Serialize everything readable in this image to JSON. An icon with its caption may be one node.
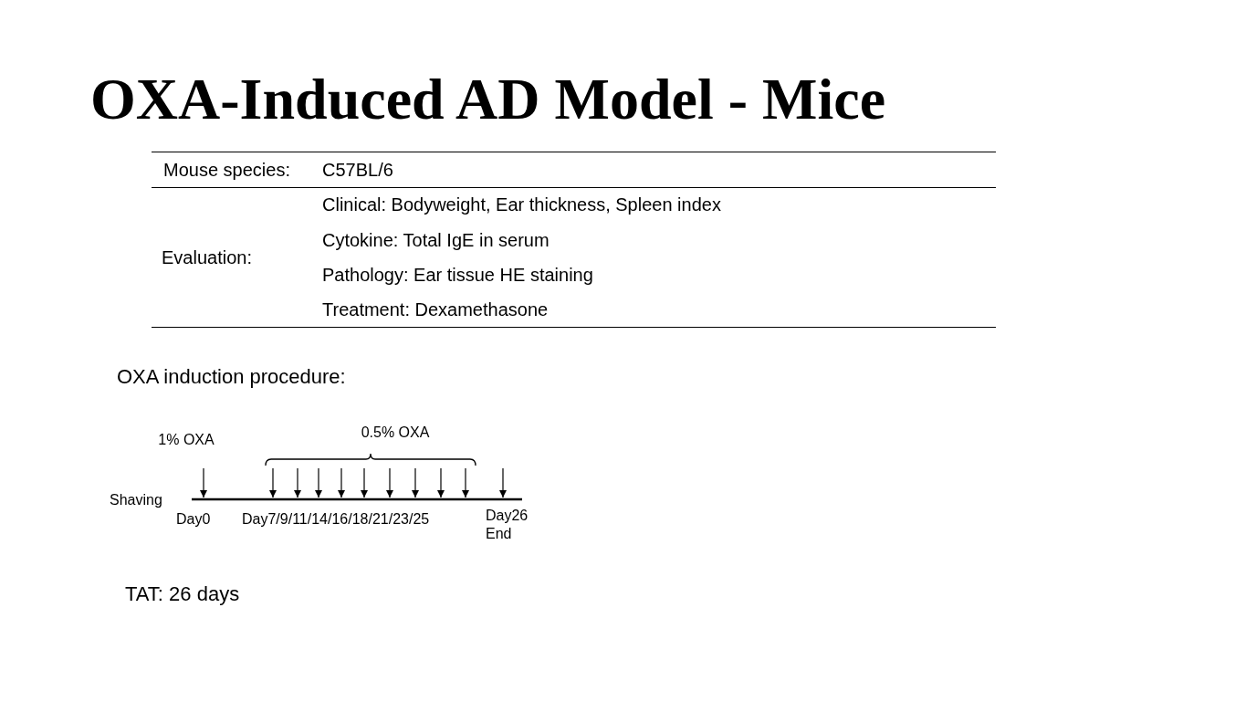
{
  "diagram": {
    "title": "OXA-Induced AD Model - Mice",
    "labels": [
      "Mouse species:",
      "C57BL/6",
      "Evaluation:",
      "Clinical: Bodyweight, Ear thickness, Spleen index",
      "Cytokine: Total IgE in serum",
      "Pathology: Ear tissue HE staining",
      "Treatment: Dexamethasone",
      "OXA induction procedure:",
      "1% OXA",
      "0.5% OXA",
      "Shaving",
      "Day0",
      "Day7/9/11/14/16/18/21/23/25",
      "Day26",
      "End",
      "TAT: 26 days"
    ]
  }
}
